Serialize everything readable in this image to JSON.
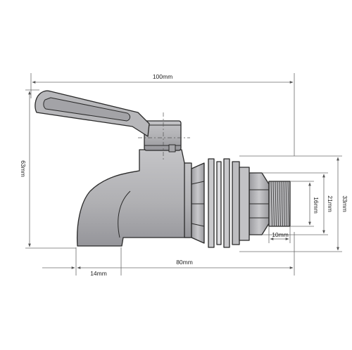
{
  "dimensions": {
    "overall_length": "100mm",
    "overall_height": "63mm",
    "spout_to_thread": "80mm",
    "spout_width": "14mm",
    "flange_height": "33mm",
    "nut_height": "21mm",
    "thread_diameter": "16mm",
    "thread_length": "10mm"
  },
  "colors": {
    "body_fill": "#b3b3b6",
    "body_fill_dark": "#8f8f93",
    "outline": "#2a2a2a",
    "dimension_line": "#6b6b6b"
  }
}
